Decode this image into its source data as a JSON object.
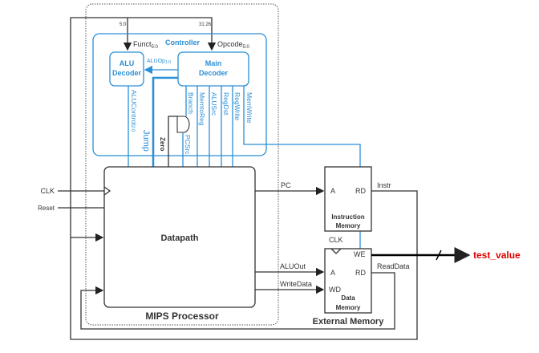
{
  "colors": {
    "control": "#2a8fd6",
    "wire": "#333333",
    "highlight": "#e00000"
  },
  "processor": {
    "label": "MIPS Processor"
  },
  "controller": {
    "label": "Controller",
    "funct": "Funct",
    "funct_sub": "5:0",
    "opcode": "Opcode",
    "opcode_sub": "5:0",
    "funct_bits": "5:0",
    "opcode_bits": "31:26",
    "alu_decoder": [
      "ALU",
      "Decoder"
    ],
    "main_decoder": [
      "Main",
      "Decoder"
    ],
    "aluop": "ALUOp",
    "aluop_sub": "1:0",
    "signals": {
      "alucontrol": "ALUControl",
      "alucontrol_sub": "2:0",
      "jump": "Jump",
      "zero": "Zero",
      "branch": "Branch",
      "pcsrc": "PCSrc",
      "memtoreg": "MemtoReg",
      "alusrc": "ALUSrc",
      "regdst": "RegDst",
      "regwrite": "RegWrite",
      "memwrite": "MemWrite"
    }
  },
  "datapath": {
    "label": "Datapath",
    "clk": "CLK",
    "reset": "Reset",
    "pc": "PC",
    "aluout": "ALUOut",
    "writedata": "WriteData"
  },
  "external_memory": {
    "label": "External Memory",
    "instr_mem": {
      "title": [
        "Instruction",
        "Memory"
      ],
      "a": "A",
      "rd": "RD",
      "out": "Instr"
    },
    "data_mem": {
      "title": [
        "Data",
        "Memory"
      ],
      "clk": "CLK",
      "we": "WE",
      "a": "A",
      "rd": "RD",
      "wd": "WD",
      "out": "ReadData"
    }
  },
  "output": {
    "label": "test_value"
  }
}
